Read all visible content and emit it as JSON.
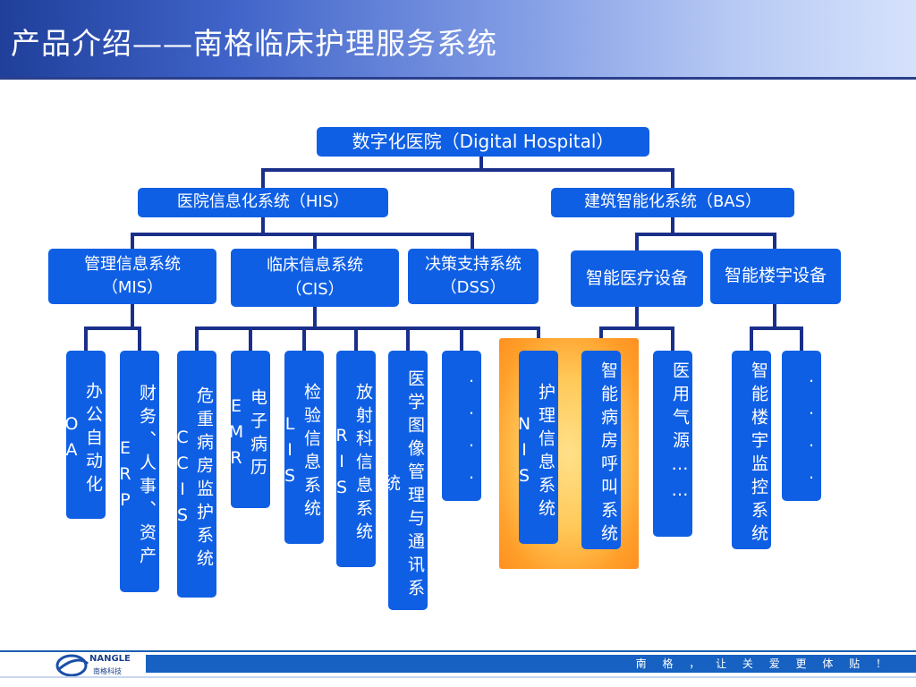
{
  "header": {
    "title": "产品介绍——南格临床护理服务系统"
  },
  "diagram": {
    "root": "数字化医院（Digital Hospital）",
    "level1": {
      "his": "医院信息化系统（HIS）",
      "bas": "建筑智能化系统（BAS）"
    },
    "level2": {
      "mis": {
        "line1": "管理信息系统",
        "line2": "（MIS）"
      },
      "cis": {
        "line1": "临床信息系统",
        "line2": "（CIS）"
      },
      "dss": {
        "line1": "决策支持系统",
        "line2": "（DSS）"
      },
      "medical_devices": "智能医疗设备",
      "building_devices": "智能楼宇设备"
    },
    "leaves": [
      "办公自动化OA",
      "财务、人事、资产ERP",
      "危重病房监护系统CCIS",
      "电子病历EMR",
      "检验信息系统 LIS",
      "放射科信息系统RIS",
      "医学图像管理与通讯系统",
      ".....",
      "护理信息系统NIS",
      "智能病房呼叫系统",
      "医用气源……",
      "智能楼宇监控系统",
      "....."
    ],
    "highlighted_leaf": "护理信息系统NIS"
  },
  "footer": {
    "logo_text": "NANGLE",
    "logo_cn": "南格科技",
    "slogan": "南 格 ， 让 关 爱 更 体 贴 ！"
  },
  "colors": {
    "node_blue": "#0f5fe4",
    "connector": "#1a2f8a",
    "highlight_orange": "#ff9f2a",
    "header_dark": "#1f3f9a",
    "header_light": "#d6e2fc"
  }
}
